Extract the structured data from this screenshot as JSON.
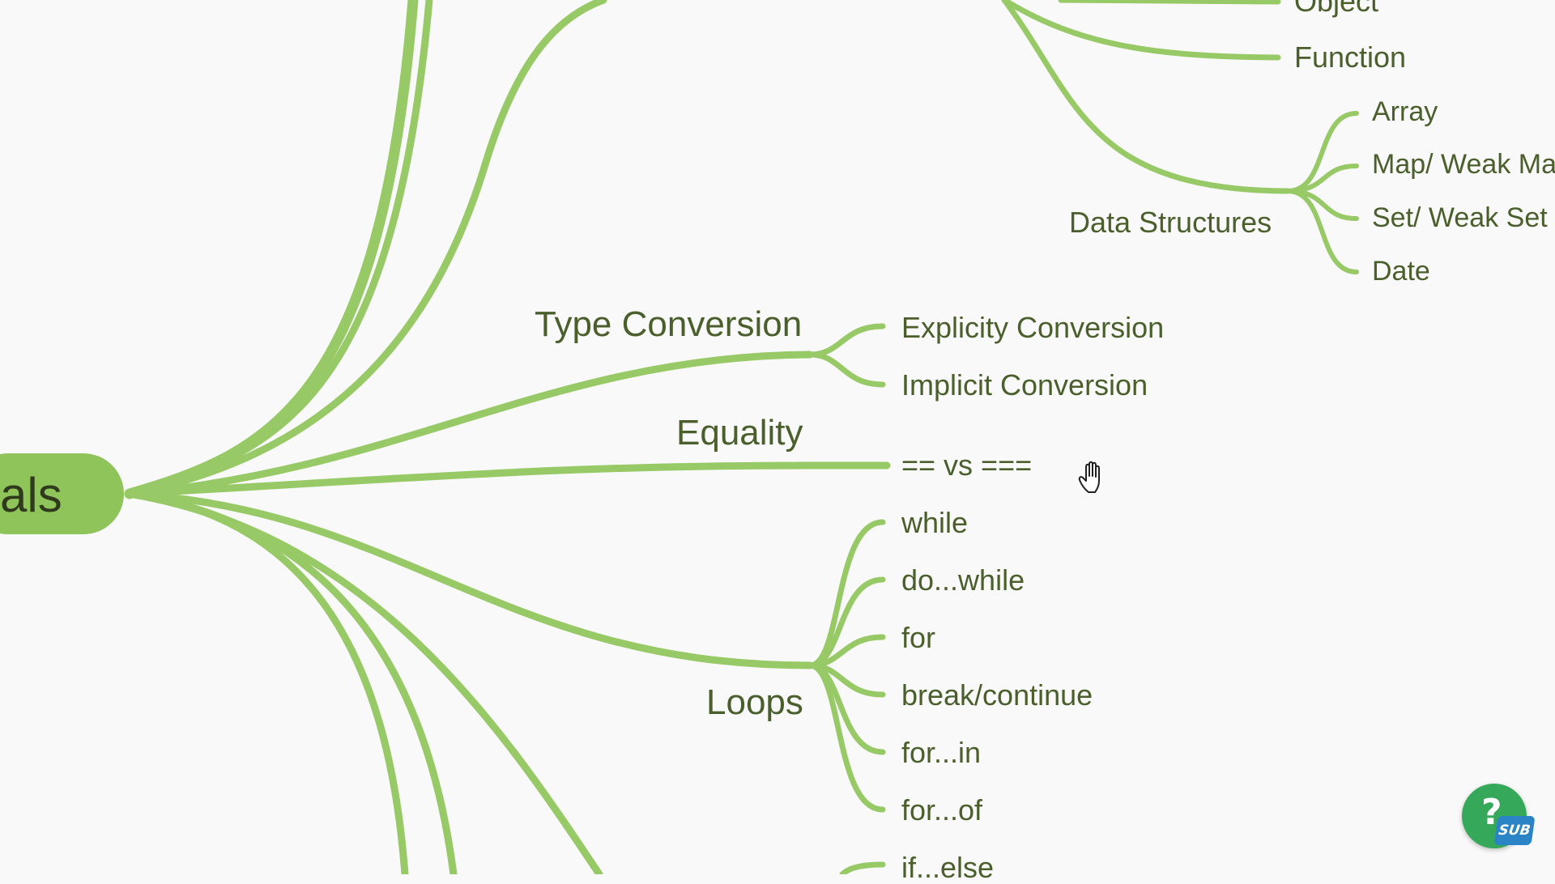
{
  "mindmap": {
    "root": {
      "label": "als"
    },
    "branches": {
      "type_conversion": {
        "label": "Type Conversion",
        "children": [
          "Explicity Conversion",
          "Implicit Conversion"
        ]
      },
      "equality": {
        "label": "Equality",
        "children": [
          "== vs ==="
        ]
      },
      "loops": {
        "label": "Loops",
        "children": [
          "while",
          "do...while",
          "for",
          "break/continue",
          "for...in",
          "for...of"
        ]
      },
      "conditionals_partial": {
        "first_child": "if...else"
      },
      "types_partial": {
        "children": [
          "Object",
          "Function"
        ],
        "data_structures": {
          "label": "Data Structures",
          "children": [
            "Array",
            "Map/ Weak Ma",
            "Set/ Weak Set",
            "Date"
          ]
        }
      }
    }
  },
  "help": {
    "glyph": "?",
    "badge": "SUB"
  },
  "icons": {
    "cursor": "hand-pointer-icon",
    "help": "help-icon"
  },
  "colors": {
    "branch": "#97c966",
    "root": "#8fc45b",
    "text": "#4a5f2c",
    "help_button": "#35a85a",
    "badge": "#2b84c6",
    "background": "#f9f9f9"
  }
}
